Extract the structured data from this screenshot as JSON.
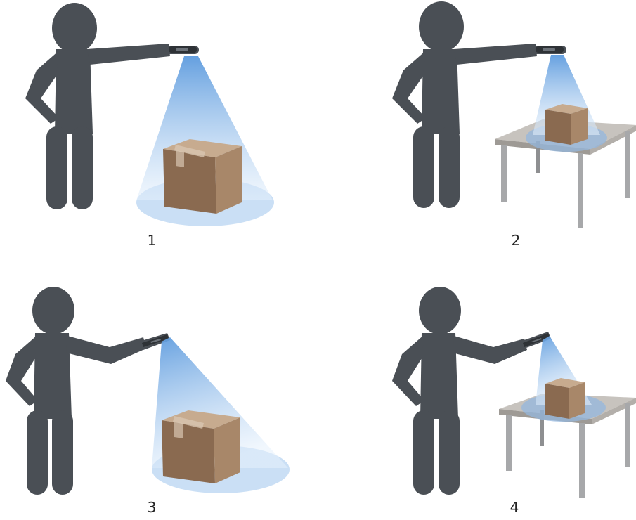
{
  "colors": {
    "figure": "#4a4f55",
    "beam_top": "#5d9bde",
    "beam_bottom": "#e6f1fc",
    "spot": "#c4dbf4",
    "box_front": "#8a6a50",
    "box_side": "#a88769",
    "box_top": "#c7ab8f",
    "tape": "#d8c6b0",
    "table_top": "#c7c3be",
    "table_edge": "#9e9a95",
    "table_leg": "#a7a8aa"
  },
  "panels": [
    {
      "label": "1",
      "stance": "arm-level",
      "target": "box-on-floor"
    },
    {
      "label": "2",
      "stance": "arm-level",
      "target": "box-on-table"
    },
    {
      "label": "3",
      "stance": "arm-angled",
      "target": "box-on-floor"
    },
    {
      "label": "4",
      "stance": "arm-angled",
      "target": "box-on-table"
    }
  ]
}
